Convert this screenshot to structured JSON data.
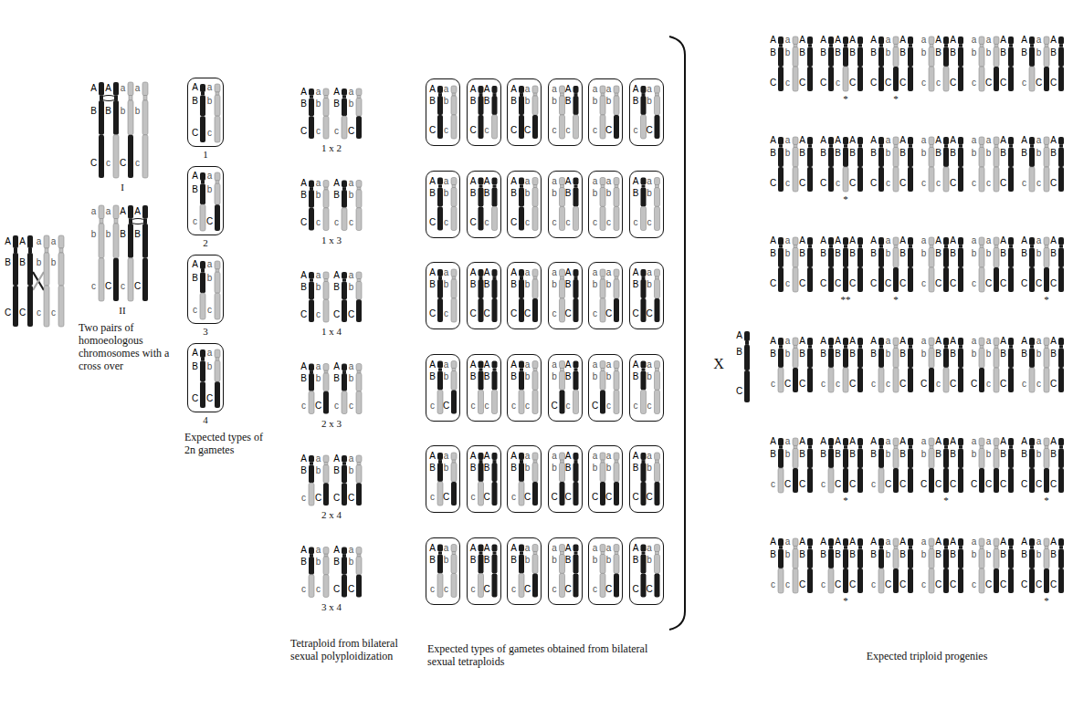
{
  "diagram": {
    "nodes": [
      {
        "text": [
          "A",
          "B",
          "C",
          "a",
          "b",
          "c",
          "1"
        ]
      },
      {
        "text": [
          "A",
          "B",
          "c",
          "a",
          "b",
          "C",
          "2"
        ]
      },
      {
        "text": [
          "A",
          "B",
          "c",
          "a",
          "b",
          "c",
          "3"
        ]
      },
      {
        "text": [
          "A",
          "B",
          "C",
          "a",
          "b",
          "C",
          "4"
        ]
      },
      {
        "text": [
          "A",
          "B",
          "C",
          "a",
          "b",
          "c"
        ]
      },
      {
        "text": [
          "A",
          "B",
          "C",
          "A",
          "B",
          "c"
        ]
      },
      {
        "text": [
          "A",
          "B",
          "C",
          "a",
          "b",
          "C"
        ]
      },
      {
        "text": [
          "a",
          "b",
          "c",
          "A",
          "B",
          "c"
        ]
      },
      {
        "text": [
          "a",
          "b",
          "c",
          "a",
          "b",
          "C"
        ]
      },
      {
        "text": [
          "A",
          "B",
          "c",
          "a",
          "b",
          "C"
        ]
      },
      {
        "text": [
          "A",
          "B",
          "C",
          "a",
          "b",
          "c"
        ]
      },
      {
        "text": [
          "A",
          "B",
          "C",
          "A",
          "B",
          "c"
        ]
      },
      {
        "text": [
          "A",
          "B",
          "C",
          "a",
          "b",
          "c"
        ]
      },
      {
        "text": [
          "a",
          "b",
          "c",
          "A",
          "B",
          "c"
        ]
      },
      {
        "text": [
          "a",
          "b",
          "c",
          "a",
          "b",
          "c"
        ]
      },
      {
        "text": [
          "A",
          "B",
          "c",
          "a",
          "b",
          "c"
        ]
      },
      {
        "text": [
          "A",
          "B",
          "C",
          "a",
          "b",
          "c"
        ]
      },
      {
        "text": [
          "A",
          "B",
          "C",
          "A",
          "B",
          "C"
        ]
      },
      {
        "text": [
          "A",
          "B",
          "C",
          "a",
          "b",
          "C"
        ]
      },
      {
        "text": [
          "a",
          "b",
          "c",
          "A",
          "B",
          "C"
        ]
      },
      {
        "text": [
          "a",
          "b",
          "c",
          "a",
          "b",
          "C"
        ]
      },
      {
        "text": [
          "A",
          "B",
          "C",
          "a",
          "b",
          "C"
        ]
      },
      {
        "text": [
          "A",
          "B",
          "c",
          "a",
          "b",
          "C"
        ]
      },
      {
        "text": [
          "A",
          "B",
          "c",
          "A",
          "B",
          "c"
        ]
      },
      {
        "text": [
          "A",
          "B",
          "c",
          "a",
          "b",
          "c"
        ]
      },
      {
        "text": [
          "a",
          "b",
          "C",
          "A",
          "B",
          "c"
        ]
      },
      {
        "text": [
          "a",
          "b",
          "C",
          "a",
          "b",
          "c"
        ]
      },
      {
        "text": [
          "A",
          "B",
          "c",
          "a",
          "b",
          "c"
        ]
      },
      {
        "text": [
          "A",
          "B",
          "c",
          "a",
          "b",
          "C"
        ]
      },
      {
        "text": [
          "A",
          "B",
          "c",
          "A",
          "B",
          "C"
        ]
      },
      {
        "text": [
          "A",
          "B",
          "c",
          "a",
          "b",
          "C"
        ]
      },
      {
        "text": [
          "a",
          "b",
          "C",
          "A",
          "B",
          "C"
        ]
      },
      {
        "text": [
          "a",
          "b",
          "C",
          "a",
          "b",
          "C"
        ]
      },
      {
        "text": [
          "A",
          "B",
          "C",
          "a",
          "b",
          "C"
        ]
      },
      {
        "text": [
          "A",
          "B",
          "c",
          "a",
          "b",
          "c"
        ]
      },
      {
        "text": [
          "A",
          "B",
          "c",
          "A",
          "B",
          "C"
        ]
      },
      {
        "text": [
          "A",
          "B",
          "c",
          "a",
          "b",
          "C"
        ]
      },
      {
        "text": [
          "a",
          "b",
          "c",
          "A",
          "B",
          "C"
        ]
      },
      {
        "text": [
          "a",
          "b",
          "c",
          "a",
          "b",
          "C"
        ]
      },
      {
        "text": [
          "A",
          "B",
          "C",
          "a",
          "b",
          "C"
        ]
      }
    ],
    "labels": [
      "A",
      "B",
      "C",
      "A",
      "B",
      "C",
      "a",
      "b",
      "c",
      "a",
      "b",
      "c",
      "A",
      "B",
      "C",
      "A",
      "B",
      "c",
      "a",
      "b",
      "C",
      "a",
      "b",
      "c",
      "I",
      "a",
      "b",
      "c",
      "a",
      "b",
      "C",
      "A",
      "B",
      "c",
      "A",
      "B",
      "C",
      "II",
      "Two pairs of homoeologous chromosomes with a cross over",
      "Expected types of 2n gametes",
      "A",
      "B",
      "C",
      "a",
      "b",
      "c",
      "A",
      "B",
      "c",
      "a",
      "b",
      "C",
      "1 x 2",
      "A",
      "B",
      "C",
      "a",
      "b",
      "c",
      "A",
      "B",
      "c",
      "a",
      "b",
      "c",
      "1 x 3",
      "A",
      "B",
      "C",
      "a",
      "b",
      "c",
      "A",
      "B",
      "C",
      "a",
      "b",
      "C",
      "1 x 4",
      "A",
      "B",
      "c",
      "a",
      "b",
      "C",
      "A",
      "B",
      "c",
      "a",
      "b",
      "c",
      "2 x 3",
      "A",
      "B",
      "c",
      "a",
      "b",
      "C",
      "A",
      "B",
      "C",
      "a",
      "b",
      "C",
      "2 x 4",
      "A",
      "B",
      "c",
      "a",
      "b",
      "c",
      "A",
      "B",
      "C",
      "a",
      "b",
      "C",
      "3 x 4",
      "Tetraploid from bilateral sexual polyploidization",
      "Expected types of gametes obtained from bilateral sexual tetraploids",
      "X",
      "A",
      "B",
      "C",
      "A",
      "B",
      "C",
      "a",
      "b",
      "c",
      "A",
      "B",
      "C",
      "A",
      "B",
      "C",
      "A",
      "B",
      "c",
      "A",
      "B",
      "C",
      "A",
      "B",
      "C",
      "a",
      "b",
      "C",
      "A",
      "B",
      "C",
      "a",
      "b",
      "c",
      "A",
      "B",
      "c",
      "A",
      "B",
      "C",
      "a",
      "b",
      "c",
      "a",
      "b",
      "C",
      "A",
      "B",
      "C",
      "A",
      "B",
      "c",
      "a",
      "b",
      "C",
      "A",
      "B",
      "C",
      "A",
      "B",
      "C",
      "a",
      "b",
      "c",
      "A",
      "B",
      "C",
      "A",
      "B",
      "C",
      "A",
      "B",
      "c",
      "A",
      "B",
      "C",
      "A",
      "B",
      "C",
      "a",
      "b",
      "c",
      "A",
      "B",
      "C",
      "a",
      "b",
      "c",
      "A",
      "B",
      "c",
      "A",
      "B",
      "C",
      "a",
      "b",
      "c",
      "a",
      "b",
      "c",
      "A",
      "B",
      "C",
      "A",
      "B",
      "c",
      "a",
      "b",
      "c",
      "A",
      "B",
      "C",
      "A",
      "B",
      "C",
      "a",
      "b",
      "c",
      "A",
      "B",
      "C",
      "A",
      "B",
      "C",
      "A",
      "B",
      "C",
      "A",
      "B",
      "C",
      "A",
      "B",
      "C",
      "a",
      "b",
      "C",
      "A",
      "B",
      "C",
      "a",
      "b",
      "c",
      "A",
      "B",
      "C",
      "A",
      "B",
      "C",
      "a",
      "b",
      "c",
      "a",
      "b",
      "C",
      "A",
      "B",
      "C",
      "A",
      "B",
      "C",
      "a",
      "b",
      "C",
      "A",
      "B",
      "C",
      "A",
      "B",
      "c",
      "a",
      "b",
      "C",
      "A",
      "B",
      "C",
      "A",
      "B",
      "c",
      "A",
      "B",
      "c",
      "A",
      "B",
      "C",
      "A",
      "B",
      "c",
      "a",
      "b",
      "c",
      "A",
      "B",
      "C",
      "a",
      "b",
      "C",
      "A",
      "B",
      "c",
      "A",
      "B",
      "C",
      "a",
      "b",
      "C",
      "a",
      "b",
      "c",
      "A",
      "B",
      "C",
      "A",
      "B",
      "c",
      "a",
      "b",
      "c",
      "A",
      "B",
      "C",
      "A",
      "B",
      "c",
      "a",
      "b",
      "C",
      "A",
      "B",
      "C",
      "A",
      "B",
      "c",
      "A",
      "B",
      "C",
      "A",
      "B",
      "C",
      "A",
      "B",
      "c",
      "a",
      "b",
      "C",
      "A",
      "B",
      "C",
      "a",
      "b",
      "C",
      "A",
      "B",
      "C",
      "A",
      "B",
      "C",
      "a",
      "b",
      "C",
      "a",
      "b",
      "C",
      "A",
      "B",
      "C",
      "A",
      "B",
      "C",
      "a",
      "b",
      "C",
      "A",
      "B",
      "C",
      "A",
      "B",
      "c",
      "a",
      "b",
      "c",
      "A",
      "B",
      "C",
      "A",
      "B",
      "c",
      "A",
      "B",
      "C",
      "A",
      "B",
      "C",
      "A",
      "B",
      "c",
      "a",
      "b",
      "C",
      "A",
      "B",
      "C",
      "a",
      "b",
      "c",
      "A",
      "B",
      "C",
      "A",
      "B",
      "C",
      "a",
      "b",
      "c",
      "a",
      "b",
      "C",
      "A",
      "B",
      "C",
      "A",
      "B",
      "C",
      "a",
      "b",
      "C",
      "A",
      "B",
      "C",
      "*",
      "*",
      "*",
      "**",
      "*",
      "*",
      "*",
      "*",
      "*",
      "*",
      "*",
      "Expected triploid progenies"
    ]
  }
}
